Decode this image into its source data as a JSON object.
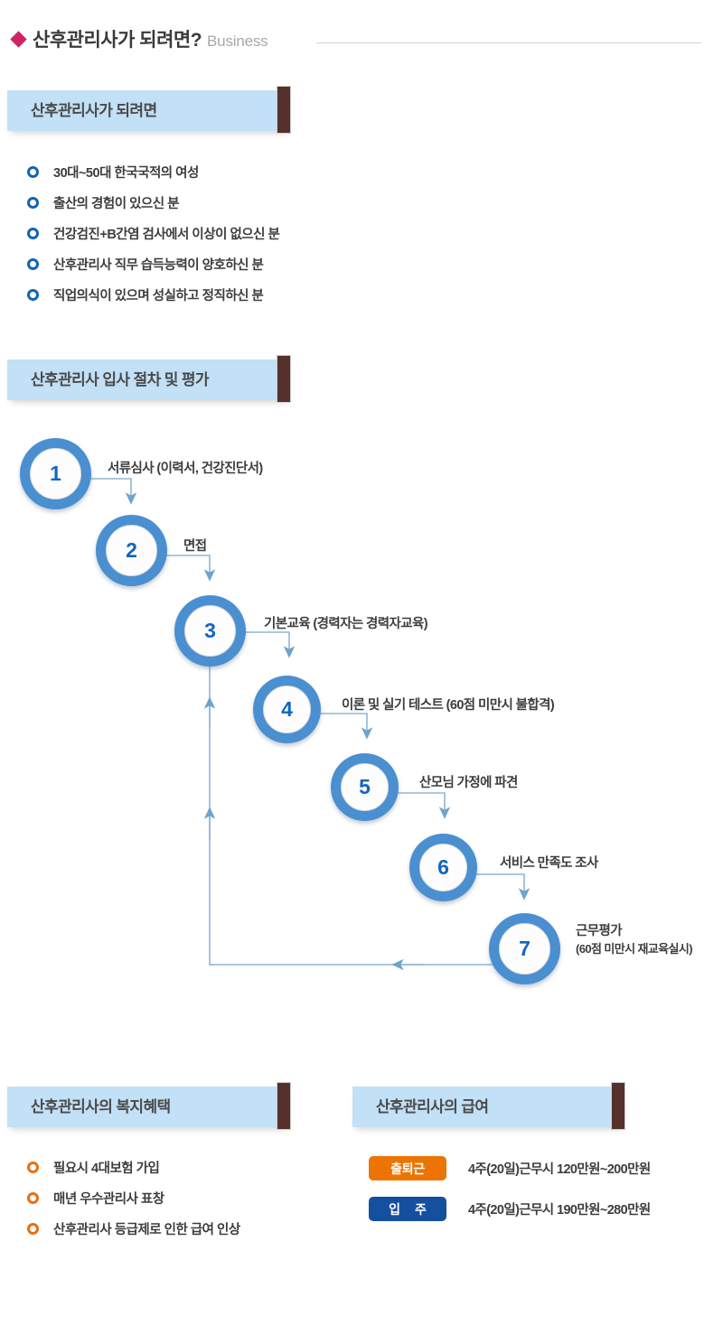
{
  "page": {
    "title_main": "◆ 산후관리사가 되려면?",
    "title_text": "산후관리사가 되려면?",
    "title_sub": "Business"
  },
  "sections": {
    "requirements": {
      "heading": "산후관리사가 되려면",
      "items": [
        "30대~50대 한국국적의 여성",
        "출산의 경험이 있으신 분",
        "건강검진+B간염 검사에서 이상이 없으신 분",
        "산후관리사 직무 습득능력이 양호하신 분",
        "직업의식이 있으며 성실하고 정직하신 분"
      ]
    },
    "process": {
      "heading": "산후관리사 입사 절차 및 평가",
      "steps": [
        {
          "num": "1",
          "label": "서류심사 (이력서, 건강진단서)"
        },
        {
          "num": "2",
          "label": "면접"
        },
        {
          "num": "3",
          "label": "기본교육 (경력자는 경력자교육)"
        },
        {
          "num": "4",
          "label": "이론 및 실기 테스트 (60점 미만시 불합격)"
        },
        {
          "num": "5",
          "label": "산모님 가정에 파견"
        },
        {
          "num": "6",
          "label": "서비스 만족도 조사"
        },
        {
          "num": "7",
          "label": "근무평가",
          "label2": "(60점 미만시 재교육실시)"
        }
      ]
    },
    "welfare": {
      "heading": "산후관리사의 복지혜택",
      "items": [
        "필요시 4대보험 가입",
        "매년 우수관리사 표창",
        "산후관리사 등급제로 인한 급여 인상"
      ]
    },
    "salary": {
      "heading": "산후관리사의 급여",
      "rows": [
        {
          "badge": "출퇴근",
          "text": "4주(20일)근무시 120만원~200만원"
        },
        {
          "badge": "입 주",
          "text": "4주(20일)근무시 190만원~280만원"
        }
      ]
    }
  },
  "colors": {
    "diamond": "#cf2463",
    "header_bar": "#c2e0f6",
    "header_tab": "#56302a",
    "node_ring": "#4a8fd0",
    "node_number": "#1266bd",
    "bullet_blue": "#1263b8",
    "bullet_orange": "#ea6f10",
    "badge_commute": "#ec7404",
    "badge_livein": "#14509e",
    "connector": "#7aa8cf"
  }
}
